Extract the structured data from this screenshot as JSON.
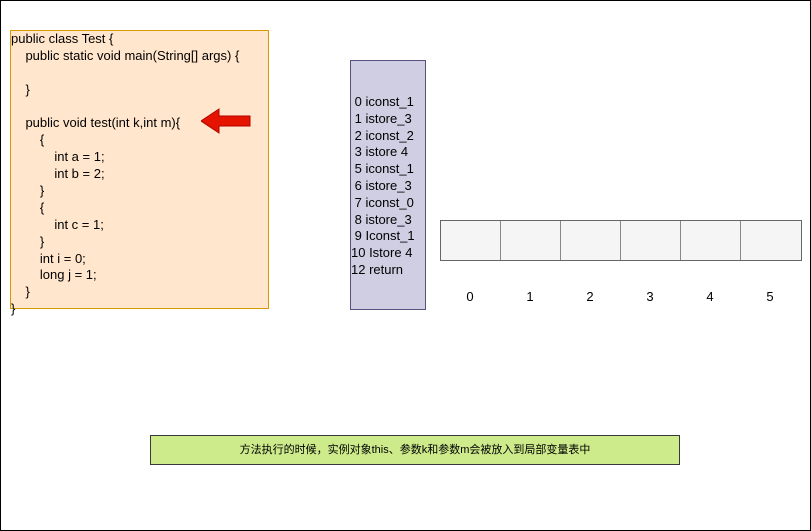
{
  "code_lines": [
    "public class Test {",
    "    public static void main(String[] args) {",
    "",
    "    }",
    "",
    "    public void test(int k,int m){",
    "        {",
    "            int a = 1;",
    "            int b = 2;",
    "        }",
    "        {",
    "            int c = 1;",
    "        }",
    "        int i = 0;",
    "        long j = 1;",
    "    }",
    "}"
  ],
  "bytecode": [
    " 0 iconst_1",
    " 1 istore_3",
    " 2 iconst_2",
    " 3 istore 4",
    " 5 iconst_1",
    " 6 istore_3",
    " 7 iconst_0",
    " 8 istore_3",
    " 9 Iconst_1",
    "10 Istore 4",
    "12 return"
  ],
  "slot_indices": [
    "0",
    "1",
    "2",
    "3",
    "4",
    "5"
  ],
  "note": "方法执行的时候，实例对象this、参数k和参数m会被放入到局部变量表中",
  "colors": {
    "arrow": "#e51400"
  }
}
